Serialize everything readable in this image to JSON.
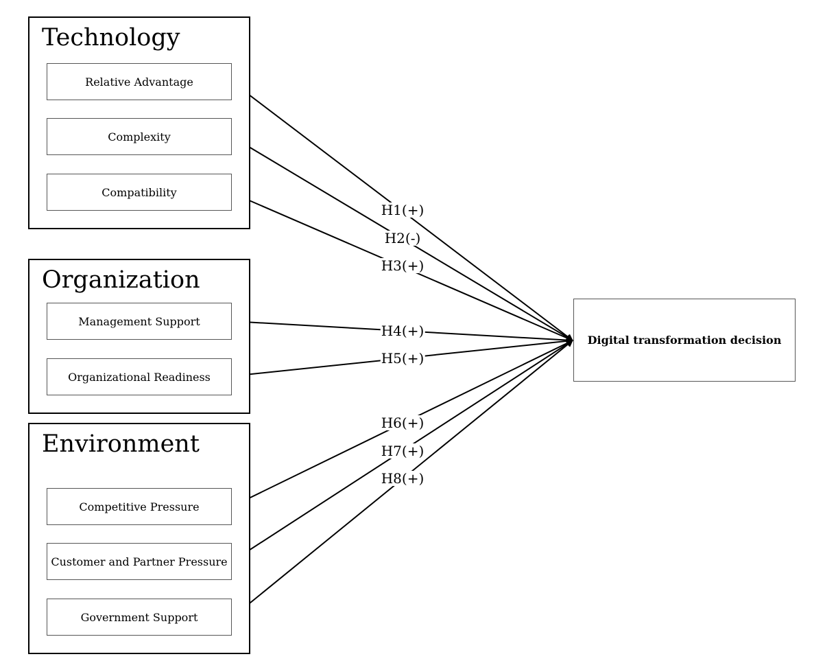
{
  "groups": {
    "technology": {
      "title": "Technology",
      "factors": [
        "Relative Advantage",
        "Complexity",
        "Compatibility"
      ]
    },
    "organization": {
      "title": "Organization",
      "factors": [
        "Management Support",
        "Organizational Readiness"
      ]
    },
    "environment": {
      "title": "Environment",
      "factors": [
        "Competitive Pressure",
        "Customer and Partner Pressure",
        "Government Support"
      ]
    }
  },
  "outcome": {
    "label": "Digital transformation decision"
  },
  "hypotheses": [
    "H1(+)",
    "H2(-)",
    "H3(+)",
    "H4(+)",
    "H5(+)",
    "H6(+)",
    "H7(+)",
    "H8(+)"
  ],
  "colors": {
    "line": "#000000",
    "box_border": "#555555",
    "group_border": "#000000"
  }
}
